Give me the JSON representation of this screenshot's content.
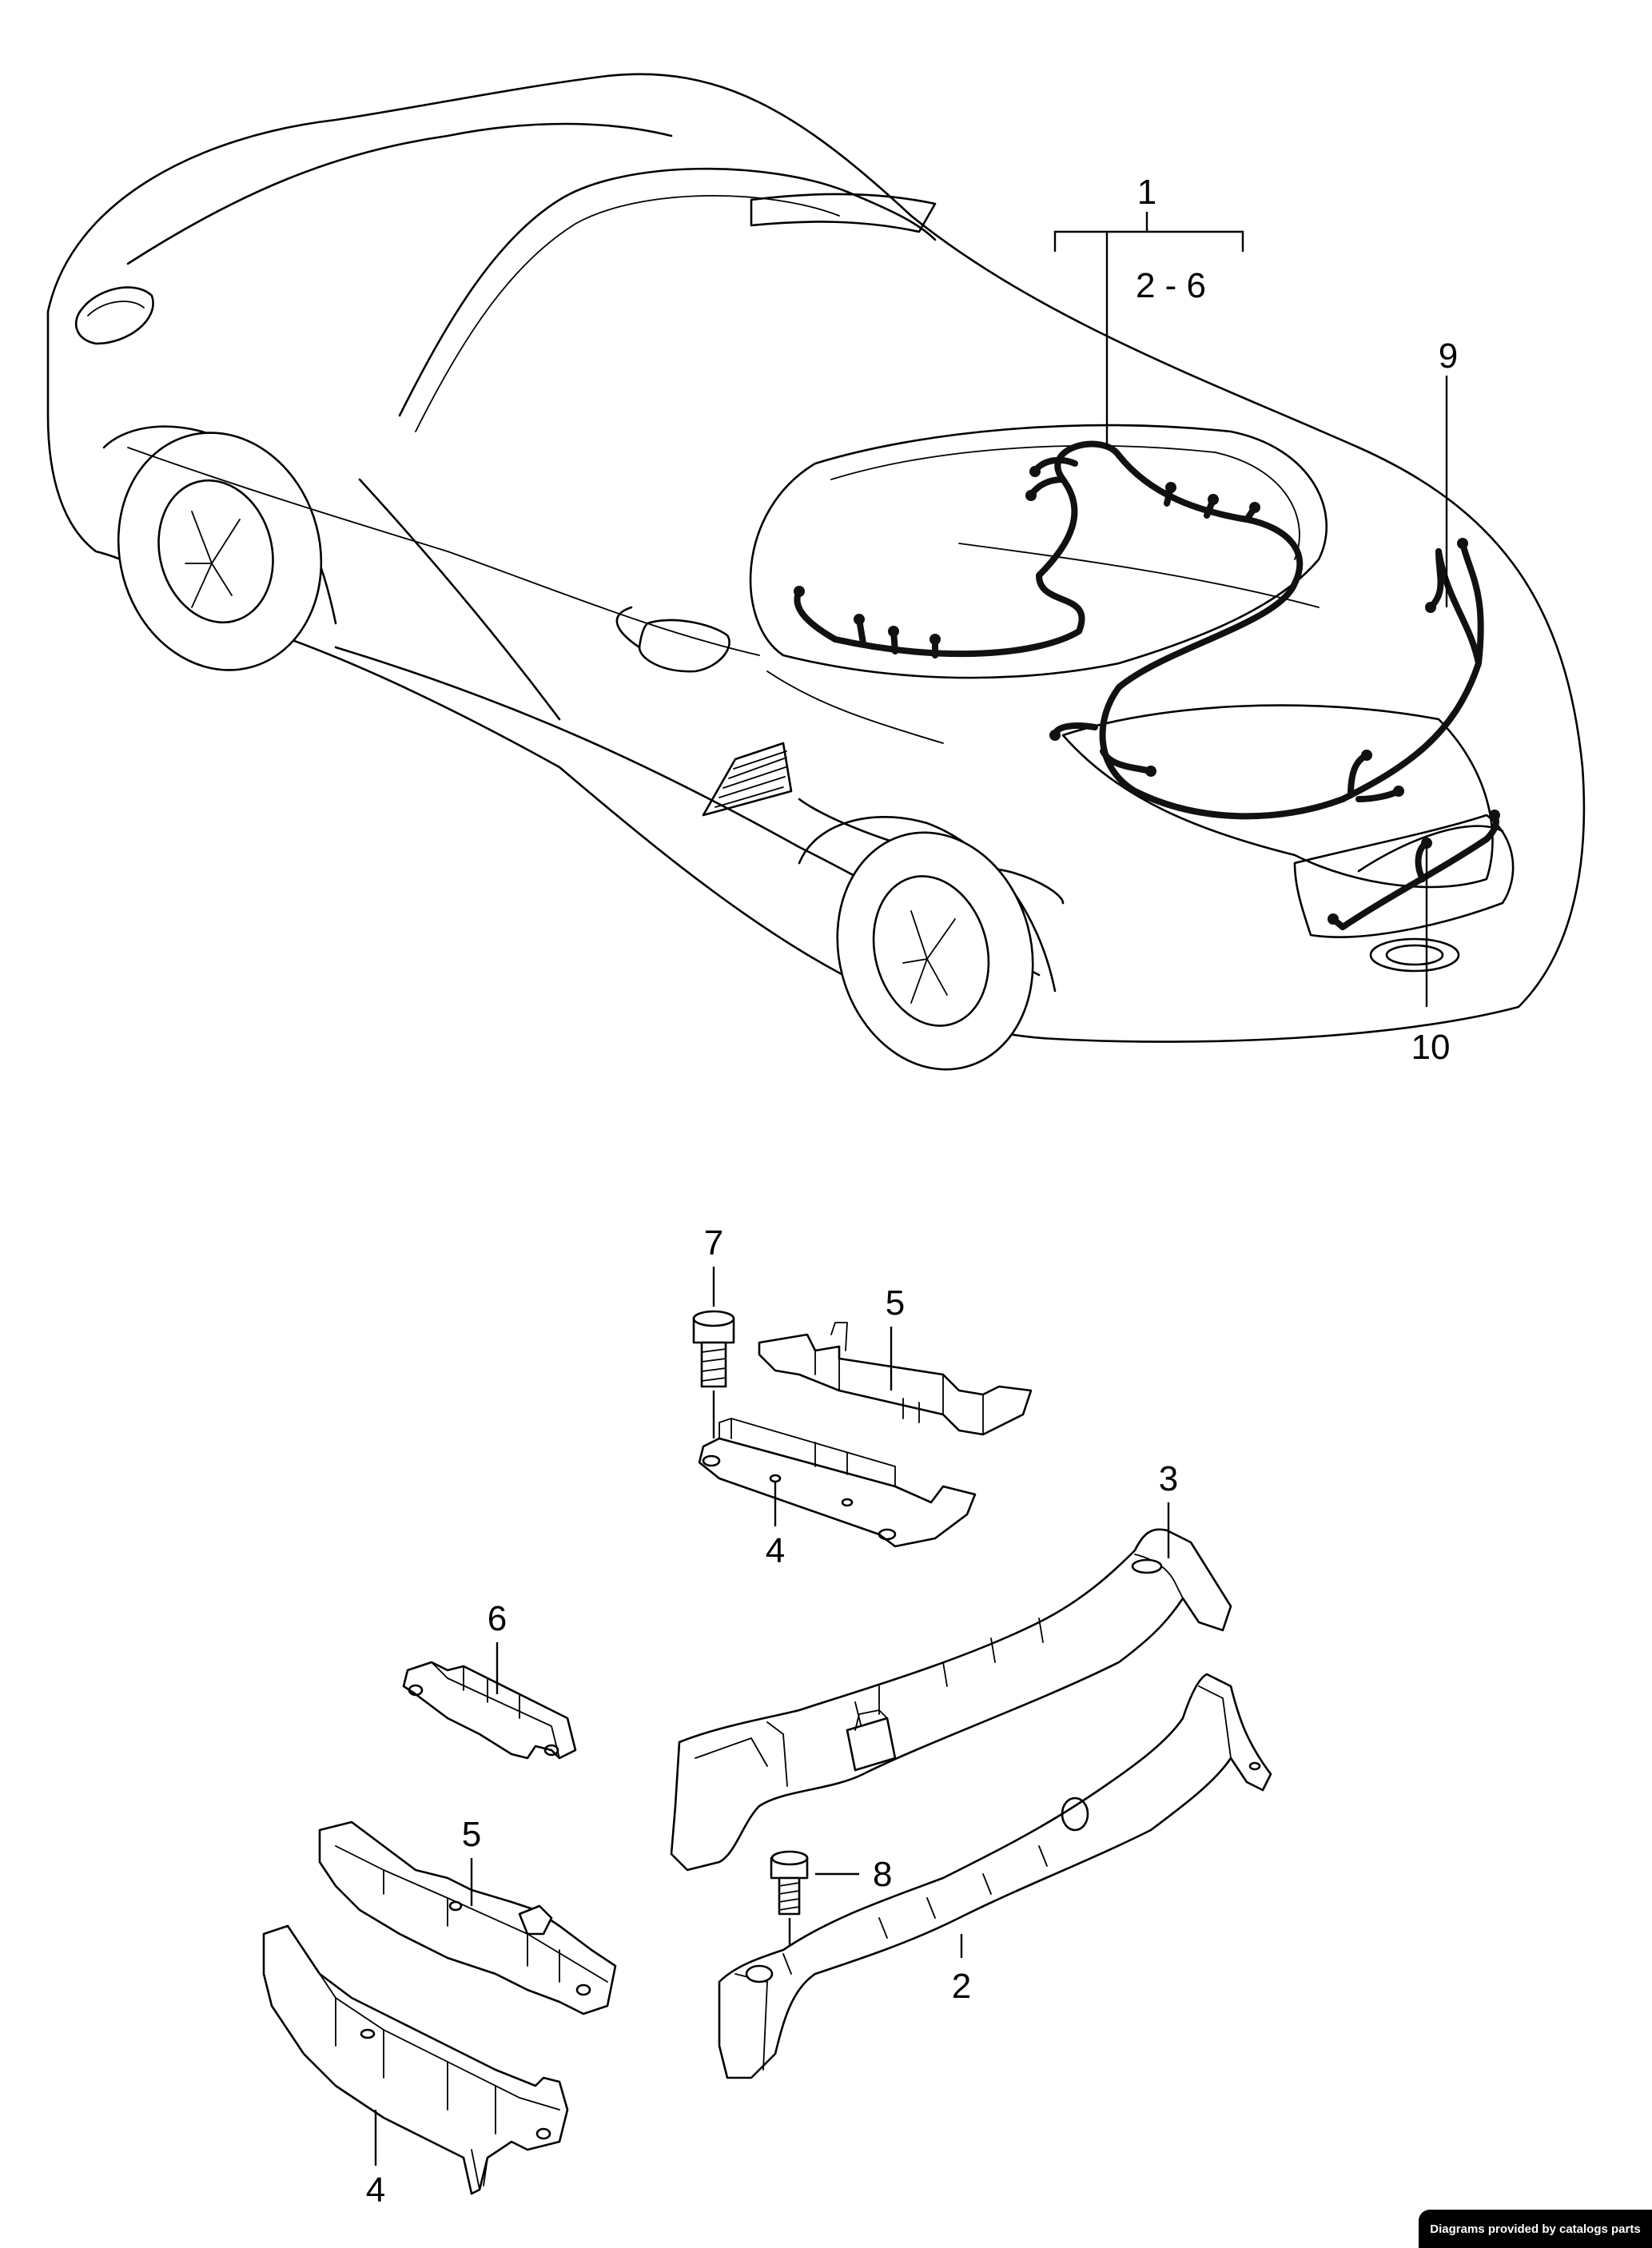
{
  "callouts": {
    "harness_main": "1",
    "harness_range": "2 - 6",
    "harness_front": "9",
    "harness_rear": "10",
    "bolt_top": "7",
    "bracket_top": "5",
    "carrier_top": "4",
    "duct_right": "3",
    "clip": "6",
    "bracket_lower": "5",
    "bolt_mid": "8",
    "carrier_lower": "4",
    "channel": "2"
  },
  "credit": "Diagrams provided by catalogs parts"
}
